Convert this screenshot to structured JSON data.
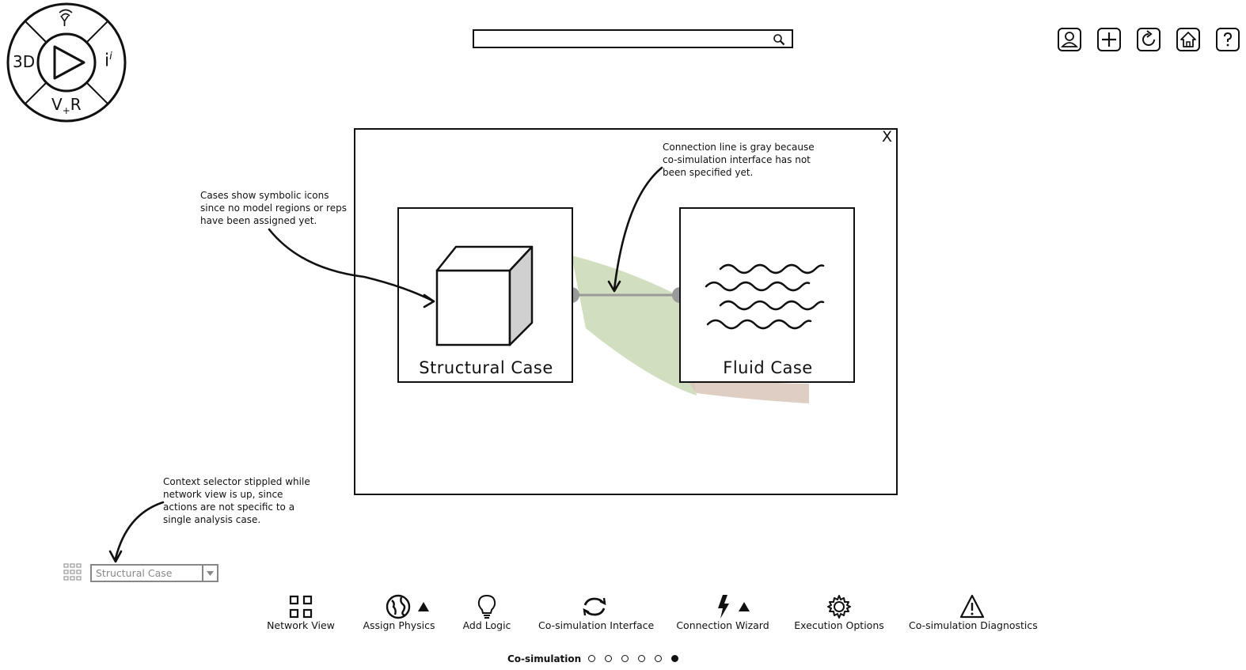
{
  "wheel": {
    "top_label": "Y",
    "left_label": "3D",
    "right_label": "i",
    "right_sup": "i",
    "bottom_label": "V",
    "bottom_sub": "+",
    "bottom_label2": "R"
  },
  "search": {
    "placeholder": ""
  },
  "top_icons": [
    "user-icon",
    "add-icon",
    "refresh-icon",
    "home-icon",
    "help-icon"
  ],
  "dialog": {
    "close_label": "X",
    "structural_case_label": "Structural Case",
    "fluid_case_label": "Fluid Case"
  },
  "annotations": {
    "cases": "Cases show symbolic icons\nsince no model regions or reps\nhave been assigned yet.",
    "connection": "Connection line is gray because\nco-simulation interface has not\nbeen specified yet.",
    "context": "Context selector stippled while\nnetwork view is up, since\nactions are not specific to a\nsingle analysis case."
  },
  "context_selector": {
    "value": "Structural Case"
  },
  "toolbar": {
    "network_view": "Network View",
    "assign_physics": "Assign Physics",
    "add_logic": "Add Logic",
    "cosim_interface": "Co-simulation Interface",
    "connection_wizard": "Connection Wizard",
    "execution_options": "Execution Options",
    "cosim_diagnostics": "Co-simulation Diagnostics"
  },
  "pager": {
    "label": "Co-simulation",
    "total": 6,
    "active": 6
  },
  "colors": {
    "connection_gray": "#9a9a9a",
    "band_green": "#c9d8b4",
    "band_brown": "#d9c6b8"
  }
}
